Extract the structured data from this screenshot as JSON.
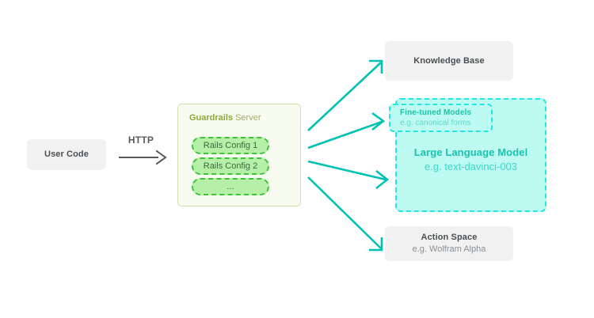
{
  "diagram": {
    "title": "Guardrails Server architecture flow",
    "colors": {
      "teal_arrow": "#00c2b2",
      "green_border": "#41c13c",
      "green_fill": "#b6f0a8",
      "cyan_fill": "#bdfbf2",
      "cyan_border": "#21e8e0",
      "grey_fill": "#f1f1f1",
      "grey_text": "#4b4f52",
      "http_arrow": "#58595b"
    }
  },
  "user_code": {
    "label": "User Code"
  },
  "http": {
    "label": "HTTP"
  },
  "guardrails": {
    "title_bold": "Guardrails",
    "title_rest": " Server",
    "configs": [
      {
        "label": "Rails Config 1"
      },
      {
        "label": "Rails Config 2"
      },
      {
        "label": "..."
      }
    ]
  },
  "knowledge_base": {
    "title": "Knowledge Base",
    "subtitle": ""
  },
  "fine_tuned": {
    "title": "Fine-tuned Models",
    "subtitle": "e.g. canonical forms"
  },
  "llm": {
    "title": "Large Language Model",
    "subtitle": "e.g. text-davinci-003"
  },
  "action_space": {
    "title": "Action Space",
    "subtitle": "e.g. Wolfram Alpha"
  }
}
